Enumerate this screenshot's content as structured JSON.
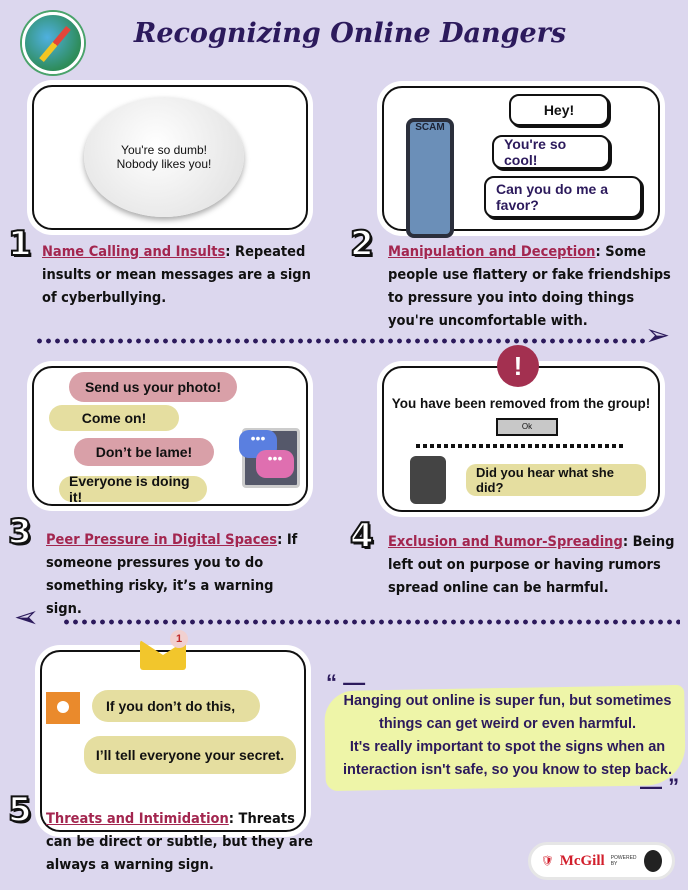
{
  "title": "Recognizing Online Dangers",
  "sections": [
    {
      "number": "1",
      "heading": "Name Calling and Insults",
      "text": ": Repeated insults or mean messages are a sign of cyberbullying.",
      "bubbles": [
        "You're so dumb! Nobody likes you!"
      ]
    },
    {
      "number": "2",
      "heading": "Manipulation and Deception",
      "text": ": Some people use flattery or fake friendships to pressure you into doing things you're uncomfortable with.",
      "bubbles": [
        "Hey!",
        "You're so cool!",
        "Can you do me a favor?"
      ],
      "phone_label": "SCAM"
    },
    {
      "number": "3",
      "heading": "Peer Pressure in Digital Spaces",
      "text": ": If someone pressures you to do something risky, it’s a warning sign.",
      "bubbles": [
        "Send us your photo!",
        "Come on!",
        "Don’t be lame!",
        "Everyone is doing it!"
      ]
    },
    {
      "number": "4",
      "heading": "Exclusion and Rumor-Spreading",
      "text": ": Being left out on purpose or having rumors spread online can be harmful.",
      "dialog_text": "You have been removed from the group!",
      "dialog_button": "Ok",
      "bubbles": [
        "Did you hear what she did?"
      ]
    },
    {
      "number": "5",
      "heading": "Threats and Intimidation",
      "text": ": Threats can be direct or subtle, but they are always a warning sign.",
      "bubbles": [
        "If you don’t do this,",
        "I’ll tell everyone your secret."
      ],
      "notification_count": "1"
    }
  ],
  "quote": {
    "open": "“",
    "close": "”",
    "line1": "Hanging out online is super fun, but sometimes things can get weird or even harmful.",
    "line2": "It's really important to spot the signs when an interaction isn't safe, so you know to step back."
  },
  "footer": {
    "brand": "McGill",
    "powered_by": "POWERED BY"
  },
  "colors": {
    "background": "#dcd7ee",
    "title": "#2c1a5c",
    "heading": "#a3264f"
  }
}
